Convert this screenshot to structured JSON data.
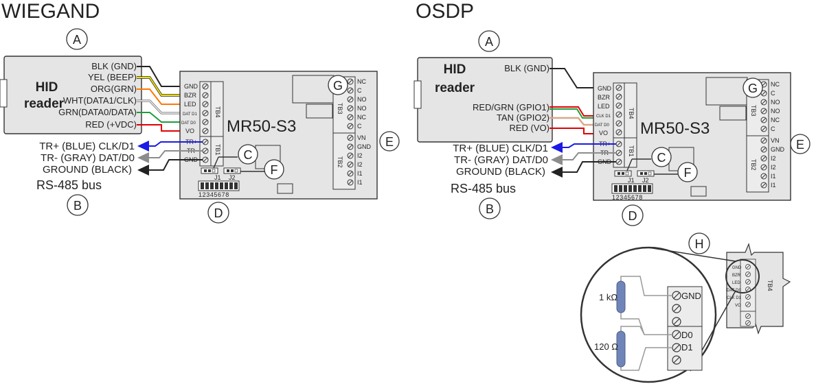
{
  "panels": {
    "wiegand": {
      "title": "WIEGAND",
      "reader_line1": "HID",
      "reader_line2": "reader",
      "reader_wires": [
        "BLK (GND)",
        "YEL (BEEP)",
        "ORG(GRN)",
        "WHT(DATA1/CLK)",
        "GRN(DATA0/DATA)",
        "RED (+VDC)"
      ],
      "tb4_pins": [
        "GND",
        "BZR",
        "LED",
        "DAT D1",
        "DAT D0",
        "VO"
      ],
      "tb1_pins": [
        "TR+",
        "TR-",
        "GND"
      ],
      "bus_lines": [
        "TR+ (BLUE) CLK/D1",
        "TR- (GRAY) DAT/D0",
        "GROUND (BLACK)"
      ],
      "bus_label": "RS-485 bus"
    },
    "osdp": {
      "title": "OSDP",
      "reader_line1": "HID",
      "reader_line2": "reader",
      "reader_wires": [
        "BLK (GND)",
        "RED/GRN (GPIO1)",
        "TAN (GPIO2)",
        "RED (VO)"
      ],
      "tb4_pins": [
        "GND",
        "BZR",
        "LED",
        "CLK D1",
        "DAT D0",
        "VO"
      ],
      "tb1_pins": [
        "TR+",
        "TR-",
        "GND"
      ],
      "bus_lines": [
        "TR+ (BLUE) CLK/D1",
        "TR- (GRAY) DAT/D0",
        "GROUND (BLACK)"
      ],
      "bus_label": "RS-485 bus"
    }
  },
  "board": {
    "model": "MR50-S3",
    "tb3_label": "TB3",
    "tb3_pins": [
      "NC",
      "C",
      "NO",
      "NO",
      "NC",
      "C"
    ],
    "tb2_label": "TB2",
    "tb2_pins": [
      "VN",
      "GND",
      "I2",
      "I2",
      "I1",
      "I1"
    ],
    "tb4_label": "TB4",
    "tb1_label": "TB1",
    "j1": "J1",
    "j2": "J2",
    "dip": "12345678"
  },
  "callouts": [
    "A",
    "B",
    "C",
    "D",
    "E",
    "F",
    "G",
    "H"
  ],
  "detail": {
    "tb4_label": "TB4",
    "pins": [
      "GND",
      "BZR",
      "LED",
      "DAT D0",
      "CLK D1",
      "VO"
    ],
    "zoom_labels": [
      "GND",
      "D0",
      "D1"
    ],
    "resistor_1": "1 kΩ",
    "resistor_2": "120 Ω"
  },
  "colors": {
    "black": "#222222",
    "yellow": "#f1e000",
    "orange": "#ff7700",
    "green": "#1e9c3c",
    "red": "#e00000",
    "blue": "#1a1ae6",
    "gray": "#8c8c8c",
    "tan": "#d8a888",
    "resistor": "#6f84b8"
  }
}
